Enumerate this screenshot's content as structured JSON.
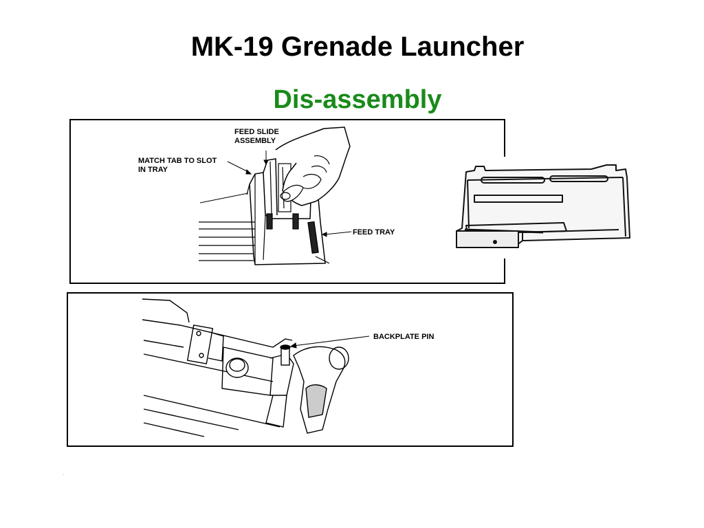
{
  "slide": {
    "title": "MK-19 Grenade Launcher",
    "subtitle": "Dis-assembly",
    "colors": {
      "title": "#000000",
      "subtitle": "#1a8a1a"
    }
  },
  "figure_top": {
    "labels": {
      "feed_slide_line1": "FEED SLIDE",
      "feed_slide_line2": "ASSEMBLY",
      "match_tab_line1": "MATCH TAB TO SLOT",
      "match_tab_line2": "IN TRAY",
      "feed_tray": "FEED TRAY"
    }
  },
  "figure_bottom": {
    "labels": {
      "backplate_pin": "BACKPLATE PIN"
    }
  }
}
